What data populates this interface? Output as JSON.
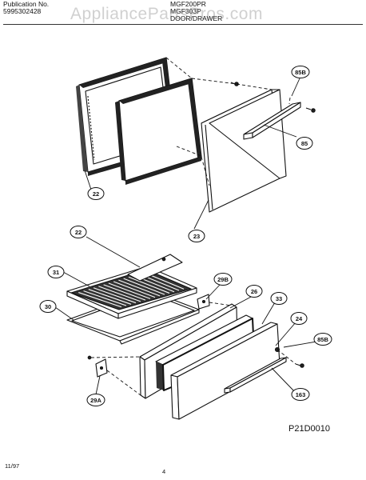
{
  "header": {
    "publication_label": "Publication No.",
    "publication_number": "5995302428",
    "model_line1": "MGF200PR",
    "model_line2": "MGF303P",
    "section_title": "DOOR/DRAWER"
  },
  "watermark": "AppliancePartsPros.com",
  "figure_code": "P21D0010",
  "footer": {
    "date": "11/97",
    "page_number": "4"
  },
  "callouts": {
    "c22a": "22",
    "c23": "23",
    "c85": "85",
    "c85b_top": "85B",
    "c22b": "22",
    "c31": "31",
    "c30": "30",
    "c29b": "29B",
    "c26": "26",
    "c33": "33",
    "c24": "24",
    "c85b_bot": "85B",
    "c29a": "29A",
    "c163": "163"
  }
}
